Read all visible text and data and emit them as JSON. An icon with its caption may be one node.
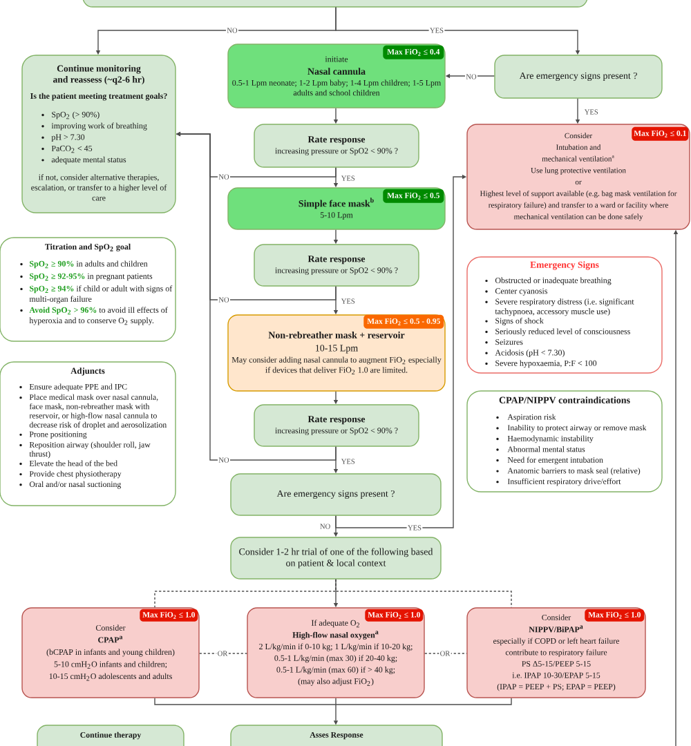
{
  "diagram": {
    "nodes": [
      {
        "text": [],
        "shape": "box"
      },
      {
        "text": [
          "Continue monitoring and reassess (~q2-6 hr)",
          "Is the patient meeting treatment goals?",
          "SpO$_{2}$ (> 90%)",
          "improving work of breathing",
          "pH > 7.30",
          "PaCO$_{2}$ < 45",
          "adequate mental status",
          "if not, consider alternative therapies, escalation, or transfer to a higher level of care"
        ]
      },
      {
        "text": [
          "initiate",
          "Nasal cannula",
          "0.5-1 Lpm neonate; 1-2 Lpm baby; 1-4 Lpm children; 1-5 Lpm adults and school children"
        ]
      },
      {
        "text": [
          "Max FiO$_{2}$ ≤ 0.4"
        ],
        "in": 2
      },
      {
        "text": [
          "Are emergency signs present ?"
        ]
      },
      {
        "text": [
          "Rate response",
          "increasing pressure or SpO2 < 90% ?"
        ]
      },
      {
        "text": [
          "Consider",
          "Intubation and",
          "mechanical ventilation$^{a}$",
          "Use lung protective ventilation",
          "or",
          "Highest level of support available (e.g. bag mask ventilation for respiratory failure) and transfer to a ward or facility where mechanical ventilation can be done safely"
        ]
      },
      {
        "text": [
          "Max FiO$_{2}$ ≤ 0.1"
        ],
        "in": 6
      },
      {
        "text": [
          "Simple face mask$^{b}$",
          "5-10 Lpm"
        ]
      },
      {
        "text": [
          "Max FiO$_{2}$ ≤ 0.5"
        ],
        "in": 8
      },
      {
        "text": [
          "Titration and SpO$_{2}$ goal",
          "**SpO$_{2}$ ≥ 90%** in adults and children",
          "**SpO$_{2}$ ≥ 92-95%** in pregnant patients",
          "**SpO$_{2}$ ≥ 94%** if child or adult with signs of multi-organ failure",
          "**Avoid SpO$_{2}$ > 96%** to avoid ill effects of hyperoxia and to conserve O$_{2}$ supply."
        ]
      },
      {
        "text": [
          "Rate response",
          "increasing pressure or SpO2 < 90% ?"
        ]
      },
      {
        "text": [
          "Emergency Signs",
          "Obstructed or inadequate breathing",
          "Center cyanosis",
          "Severe respiratory distress (i.e. significant tachypnoea, accessory muscle use)",
          "Signs of shock",
          "Seriously reduced level of consciousness",
          "Seizures",
          "Acidosis (pH < 7.30)",
          "Severe hypoxaemia, P:F < 100"
        ]
      },
      {
        "text": [
          "Non-rebreather mask + reservoir",
          "10-15 Lpm",
          "May consider adding nasal cannula to augment FiO$_{2}$ especially if devices that deliver FiO$_{2}$ 1.0 are limited."
        ]
      },
      {
        "text": [
          "Max FiO$_{2}$ ≤ 0.5 - 0.95"
        ],
        "in": 13
      },
      {
        "text": [
          "Adjuncts",
          "Ensure adequate PPE and IPC",
          "Place medical mask over nasal cannula, face mask, non-rebreather mask with reservoir, or high-flow nasal cannula to decrease risk of droplet and aerosolization",
          "Prone positioning",
          "Reposition airway (shoulder roll, jaw thrust)",
          "Elevate the head of the bed",
          "Provide chest physiotherapy",
          "Oral and/or nasal suctioning"
        ]
      },
      {
        "text": [
          "CPAP/NIPPV contraindications",
          "Aspiration risk",
          "Inability to protect airway or remove mask",
          "Haemodynamic instability",
          "Abnormal mental status",
          "Need for emergent intubation",
          "Anatomic barriers to mask seal (relative)",
          "Insufficient respiratory drive/effort"
        ]
      },
      {
        "text": [
          "Rate response",
          "increasing pressure or SpO2 < 90% ?"
        ]
      },
      {
        "text": [
          "Are emergency signs present ?"
        ]
      },
      {
        "text": [
          "Consider 1-2 hr trial of one of the following based on patient & local context"
        ]
      },
      {
        "text": [
          "Consider",
          "CPAP$^{a}$",
          "(bCPAP in infants and young children)",
          "5-10 cmH$_{2}$O infants and children;",
          "10-15 cmH$_{2}$O adolescents and adults"
        ]
      },
      {
        "text": [
          "Max FiO$_{2}$ ≤ 1.0"
        ],
        "in": 20
      },
      {
        "text": [
          "If adequate O$_{2}$",
          "High-flow nasal oxygen$^{a}$",
          "2 L/kg/min if 0-10 kg; 1 L/kg/min if 10-20 kg;",
          "0.5-1 L/kg/min (max 30) if 20-40 kg;",
          "0.5-1 L/kg/min (max 60) if > 40 kg;",
          "(may also adjust FiO$_{2}$)"
        ]
      },
      {
        "text": [
          "Max FiO$_{2}$ ≤ 1.0"
        ],
        "in": 22
      },
      {
        "text": [
          "Consider",
          "NIPPV/BiPAP$^{a}$",
          "especially if COPD or left heart failure contribute to respiratory failure",
          "PS Δ5-15/PEEP 5-15",
          "i.e. IPAP 10-30/EPAP 5-15",
          "(IPAP = PEEP + PS; EPAP = PEEP)"
        ]
      },
      {
        "text": [
          "Max FiO$_{2}$ ≤ 1.0"
        ],
        "in": 24
      },
      {
        "text": [
          "Continue therapy"
        ]
      },
      {
        "text": [
          "Asses Response"
        ]
      }
    ],
    "edges": [
      {
        "from": 0,
        "to": 1,
        "arrow": "to",
        "label": "NO"
      },
      {
        "from": 0,
        "to": 4,
        "arrow": "to",
        "label": "YES"
      },
      {
        "from": 4,
        "to": 2,
        "arrow": "to",
        "label": "NO"
      },
      {
        "from": 4,
        "to": 6,
        "arrow": "to",
        "label": "YES"
      },
      {
        "from": 2,
        "to": 5,
        "arrow": "to"
      },
      {
        "from": 5,
        "to": 8,
        "arrow": "to",
        "label": "YES"
      },
      {
        "from": 5,
        "to": 1,
        "arrow": "to",
        "label": "NO"
      },
      {
        "from": 8,
        "to": 11,
        "arrow": "to"
      },
      {
        "from": 11,
        "to": 13,
        "arrow": "to",
        "label": "YES"
      },
      {
        "from": 11,
        "to": 1,
        "arrow": "to",
        "label": "NO"
      },
      {
        "from": 13,
        "to": 17,
        "arrow": "to"
      },
      {
        "from": 17,
        "to": 18,
        "arrow": "to",
        "label": "YES"
      },
      {
        "from": 17,
        "to": 1,
        "arrow": "to",
        "label": "NO"
      },
      {
        "from": 18,
        "to": 19,
        "arrow": "to",
        "label": "NO"
      },
      {
        "from": 18,
        "to": 6,
        "arrow": "to",
        "label": "YES"
      },
      {
        "from": 19,
        "to": 20,
        "arrow": "none",
        "style": "dashed"
      },
      {
        "from": 19,
        "to": 22,
        "arrow": "to"
      },
      {
        "from": 19,
        "to": 24,
        "arrow": "none",
        "style": "dashed"
      },
      {
        "from": 20,
        "to": 22,
        "arrow": "none",
        "style": "dashed",
        "label": "OR"
      },
      {
        "from": 22,
        "to": 24,
        "arrow": "none",
        "style": "dashed",
        "label": "OR"
      },
      {
        "from": 20,
        "to": 27,
        "arrow": "to"
      },
      {
        "from": 22,
        "to": 27,
        "arrow": "to"
      },
      {
        "from": 24,
        "to": 27,
        "arrow": "to"
      },
      {
        "from": null,
        "to": 6,
        "arrow": "to"
      }
    ]
  }
}
